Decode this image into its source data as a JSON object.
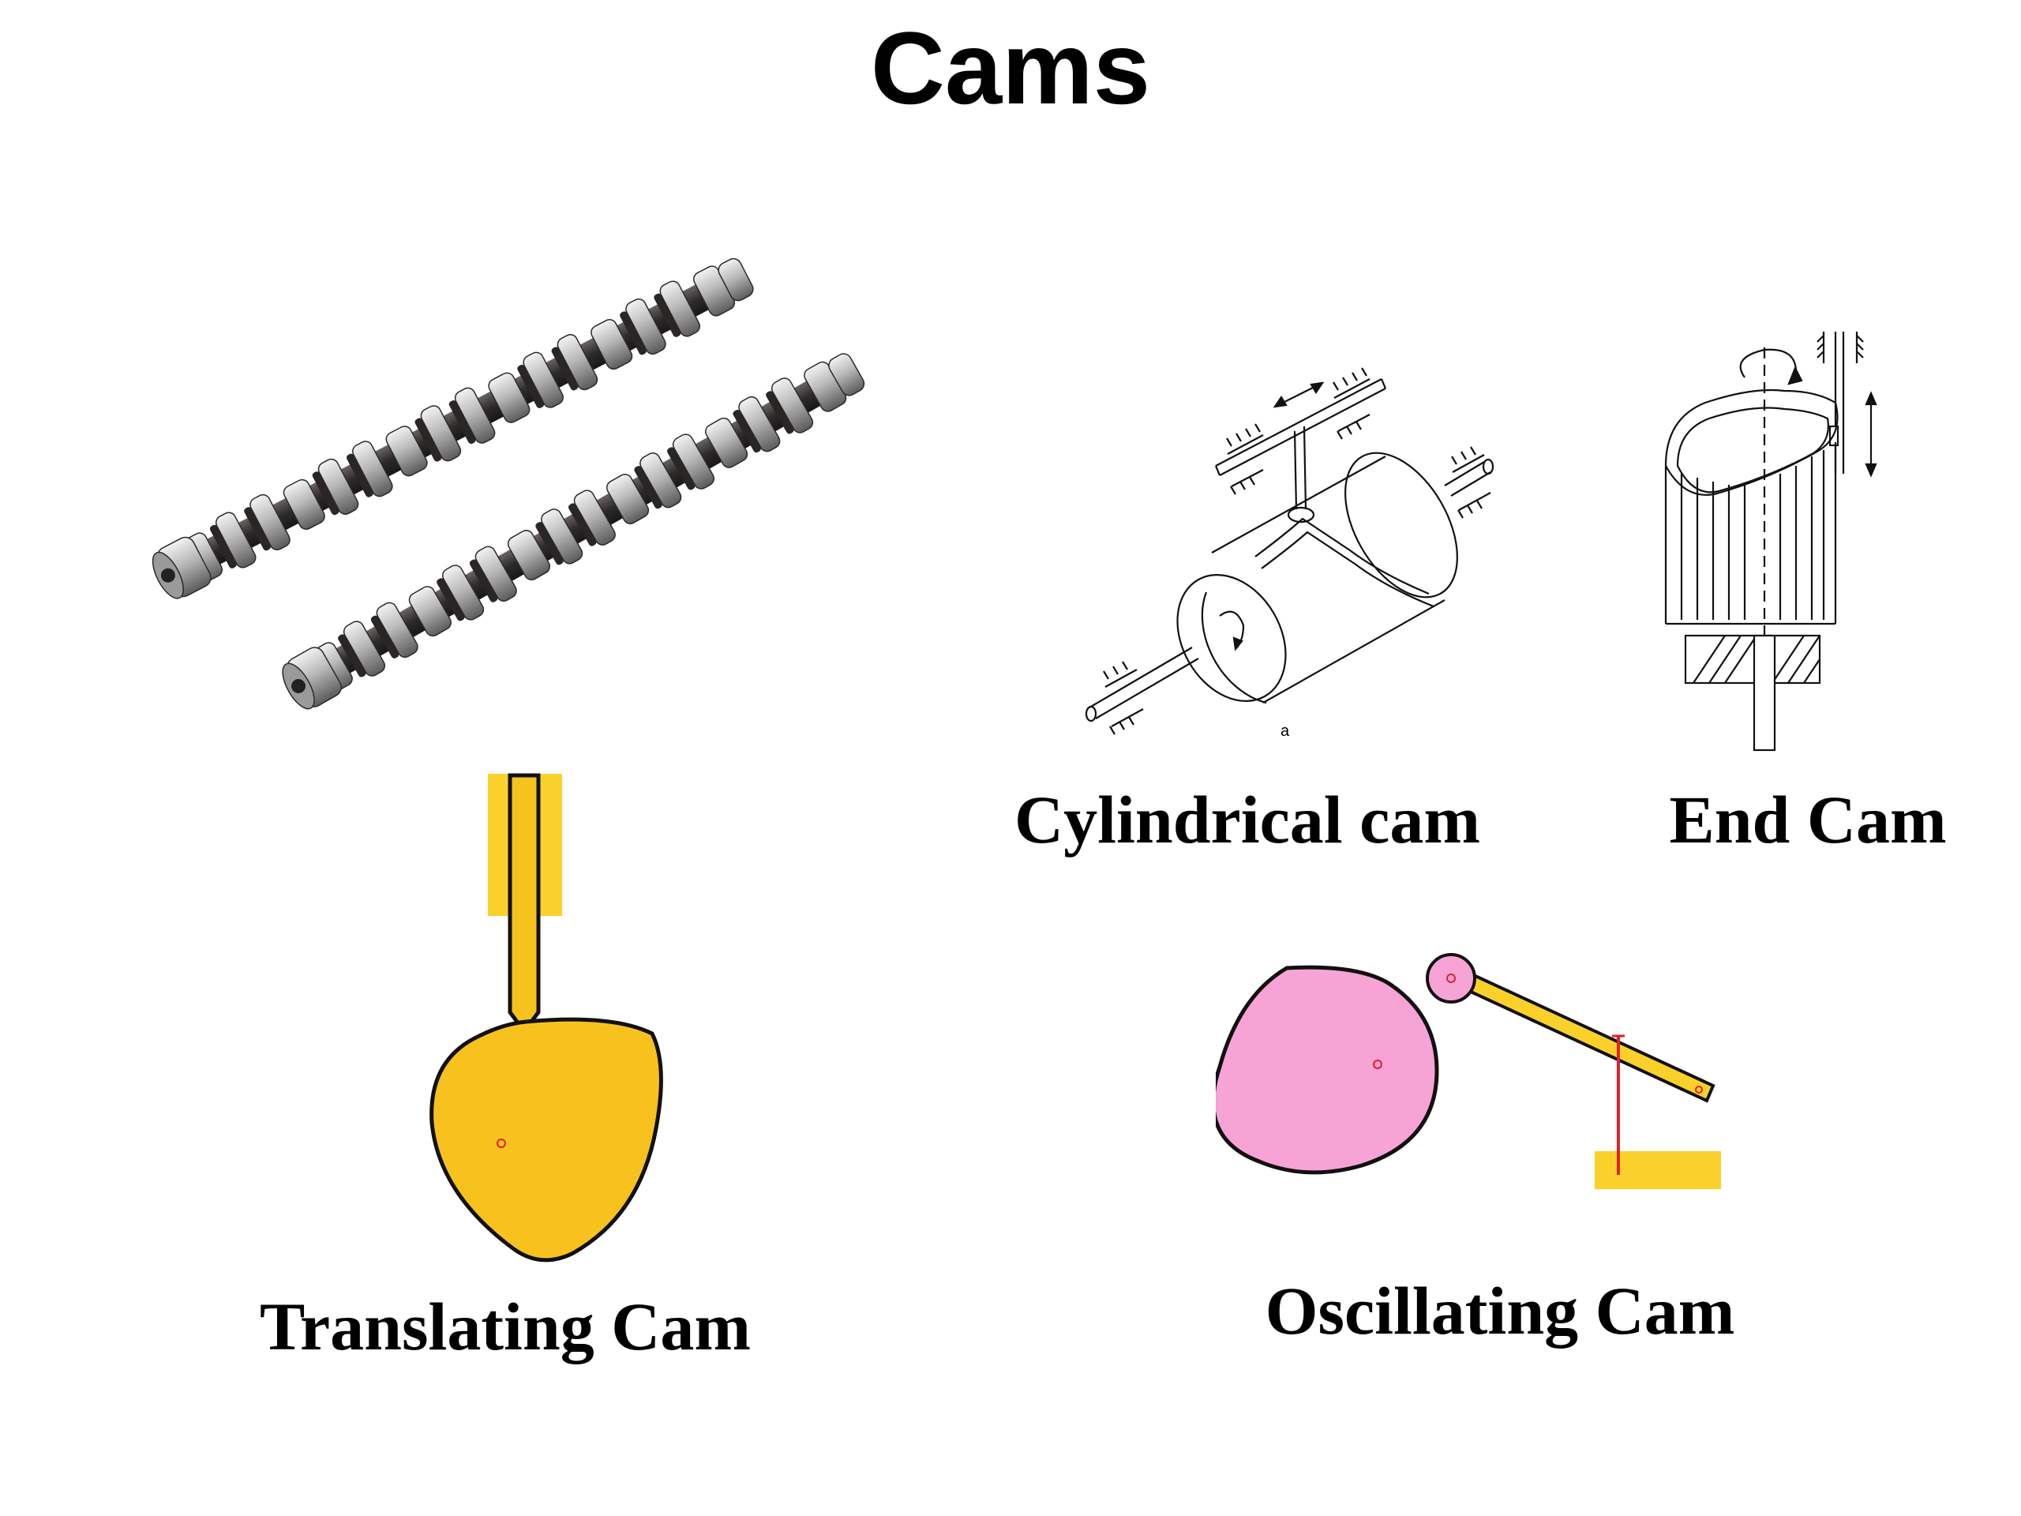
{
  "slide": {
    "title": "Cams",
    "figures": {
      "camshafts": {
        "icon": "camshaft-photo"
      },
      "cylindrical": {
        "caption": "Cylindrical cam",
        "sublabel": "a",
        "icon": "cylindrical-cam-drawing"
      },
      "end": {
        "caption": "End Cam",
        "icon": "end-cam-drawing"
      },
      "translating": {
        "caption": "Translating Cam",
        "icon": "translating-cam-drawing"
      },
      "oscillating": {
        "caption": "Oscillating Cam",
        "icon": "oscillating-cam-drawing"
      }
    },
    "colors": {
      "cam_yellow": "#F7C21E",
      "follower_yellow": "#F9D12A",
      "cam_pink": "#F7A3D6",
      "spring_red": "#E0202A",
      "outline": "#111111",
      "steel_light": "#C9C9C9",
      "steel_dark": "#3A3636"
    }
  }
}
